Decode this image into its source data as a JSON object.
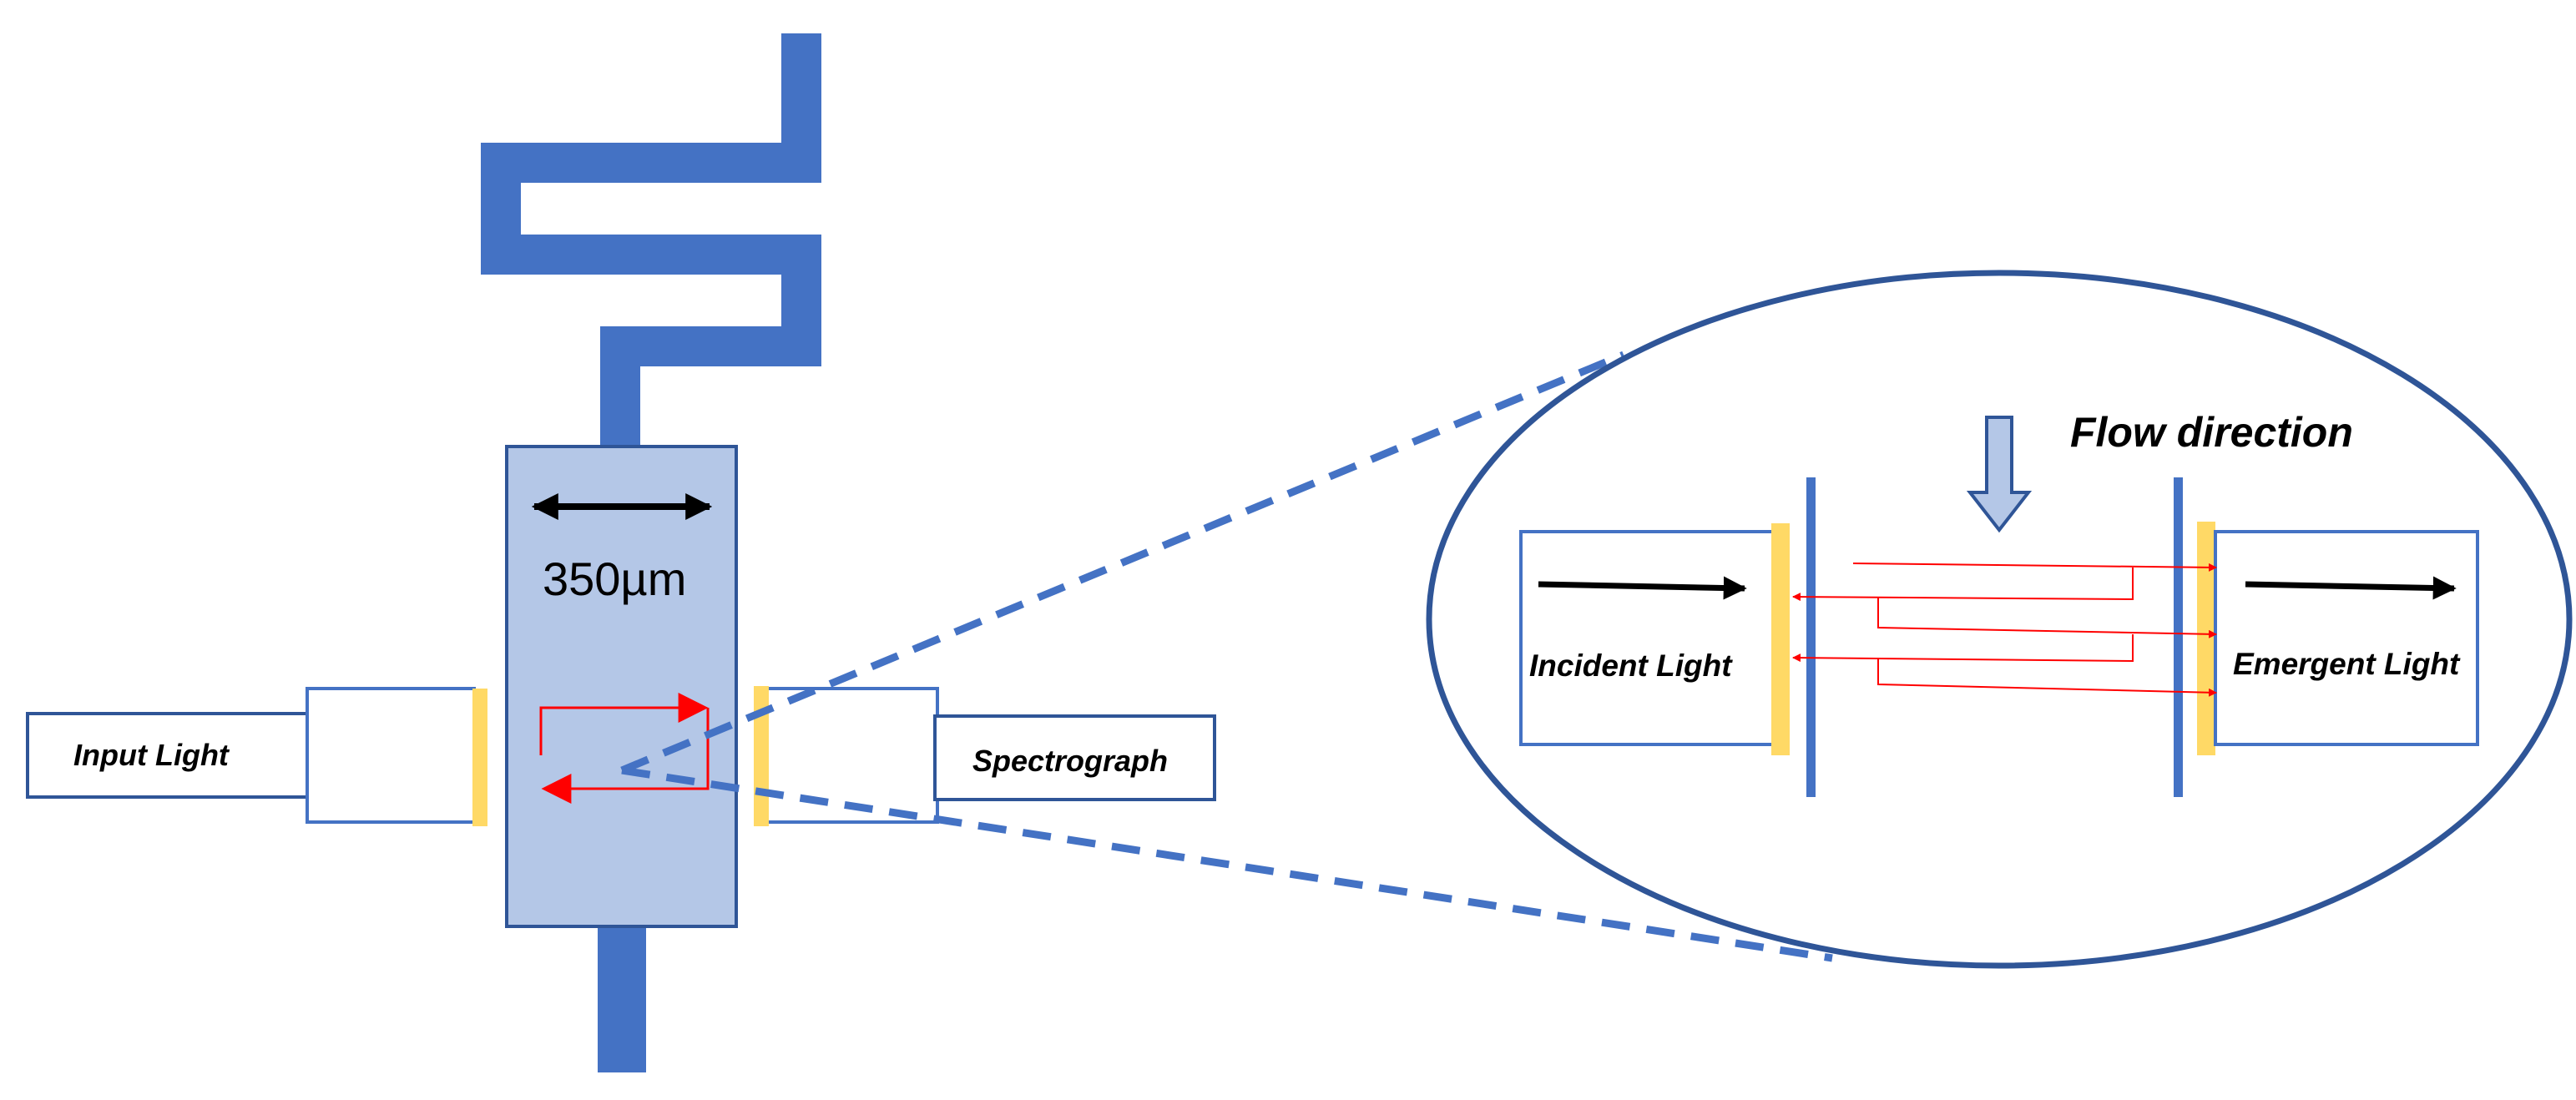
{
  "labels": {
    "input_light": "Input Light",
    "spectrograph": "Spectrograph",
    "width_dimension": "350µm",
    "flow_direction": "Flow direction",
    "incident_light": "Incident Light",
    "emergent_light": "Emergent Light"
  },
  "colors": {
    "channel_blue": "#4472C4",
    "chamber_fill": "#B4C7E7",
    "box_border": "#2F5597",
    "mirror_yellow": "#FFD966",
    "ray_red": "#FF0000",
    "arrow_black": "#000000",
    "ellipse_border": "#2F5597"
  },
  "icons": {
    "flow_arrow": "down-arrow-icon",
    "dimension_arrow": "double-headed-arrow-icon"
  }
}
